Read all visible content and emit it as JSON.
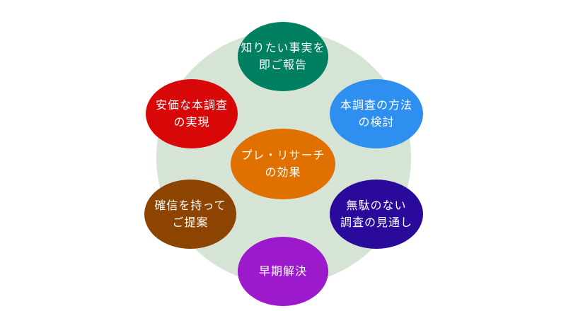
{
  "diagram": {
    "center": {
      "line1": "プレ・リサーチ",
      "line2": "の効果",
      "color": "#e07000"
    },
    "backdrop_color": "#d6e4d6",
    "nodes": [
      {
        "id": "top",
        "line1": "知りたい事実を",
        "line2": "即ご報告",
        "color": "#008060"
      },
      {
        "id": "upper-right",
        "line1": "本調査の方法",
        "line2": "の検討",
        "color": "#2e8ff0"
      },
      {
        "id": "lower-right",
        "line1": "無駄のない",
        "line2": "調査の見通し",
        "color": "#2a0a9a"
      },
      {
        "id": "bottom",
        "line1": "早期解決",
        "line2": "",
        "color": "#9c1acc"
      },
      {
        "id": "lower-left",
        "line1": "確信を持って",
        "line2": "ご提案",
        "color": "#8c4400"
      },
      {
        "id": "upper-left",
        "line1": "安価な本調査",
        "line2": "の実現",
        "color": "#d80808"
      }
    ]
  }
}
